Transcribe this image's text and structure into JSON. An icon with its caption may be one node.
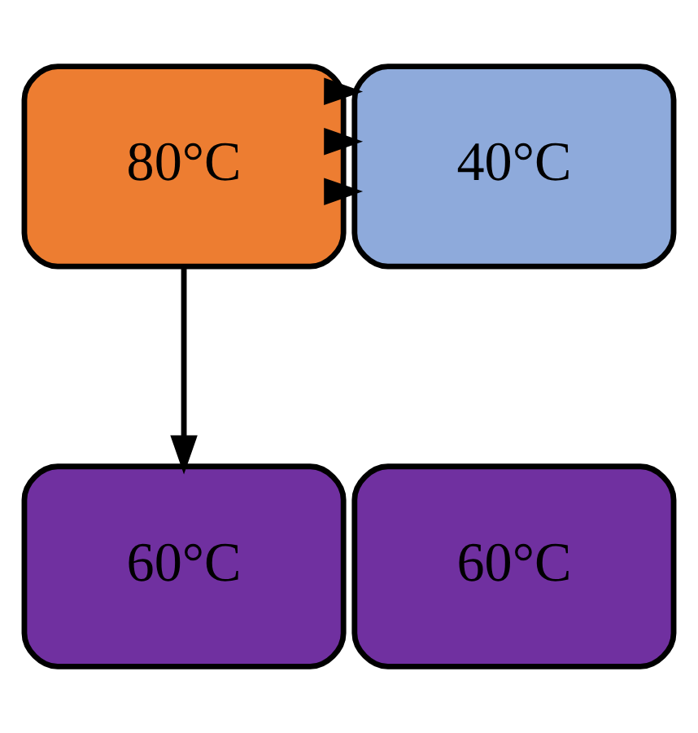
{
  "diagram": {
    "nodes": [
      {
        "text": [
          "80°C"
        ]
      },
      {
        "text": [
          "40°C"
        ]
      },
      {
        "text": [
          "60°C"
        ]
      },
      {
        "text": [
          "60°C"
        ]
      }
    ],
    "edges": [
      {
        "from": 0,
        "to": 1,
        "arrow": "to"
      },
      {
        "from": 0,
        "to": 1,
        "arrow": "to"
      },
      {
        "from": 0,
        "to": 1,
        "arrow": "to"
      },
      {
        "from": 0,
        "to": 2,
        "arrow": "to"
      }
    ]
  }
}
